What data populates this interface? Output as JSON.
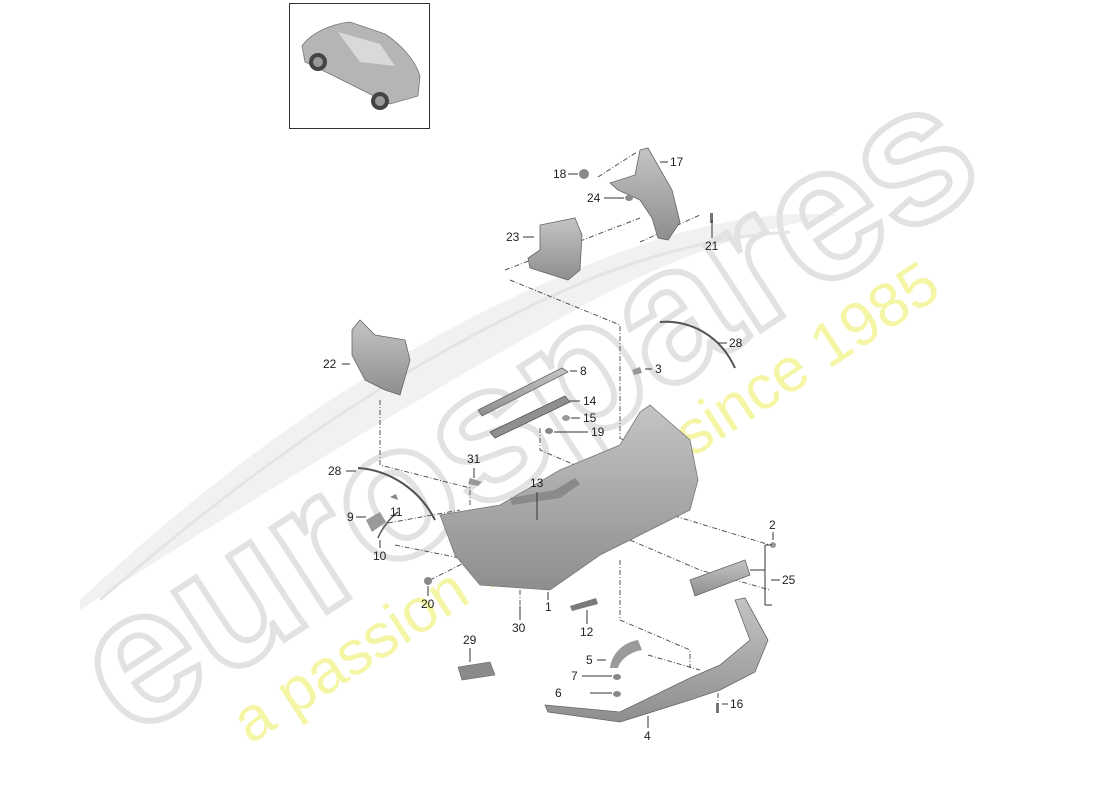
{
  "watermark": {
    "brand": "eurospares",
    "tagline": "a passion for parts since 1985",
    "brand_color": "#e9e9e9",
    "tagline_color": "#f4f49a"
  },
  "thumbnail": {
    "alt": "car overview (rear 3/4 view)"
  },
  "part_color": "#a9a9a9",
  "callouts": [
    {
      "id": "1",
      "label": "1"
    },
    {
      "id": "2",
      "label": "2"
    },
    {
      "id": "3",
      "label": "3"
    },
    {
      "id": "4",
      "label": "4"
    },
    {
      "id": "5",
      "label": "5"
    },
    {
      "id": "6",
      "label": "6"
    },
    {
      "id": "7",
      "label": "7"
    },
    {
      "id": "8",
      "label": "8"
    },
    {
      "id": "9",
      "label": "9"
    },
    {
      "id": "10",
      "label": "10"
    },
    {
      "id": "11",
      "label": "11"
    },
    {
      "id": "12",
      "label": "12"
    },
    {
      "id": "13",
      "label": "13"
    },
    {
      "id": "14",
      "label": "14"
    },
    {
      "id": "15",
      "label": "15"
    },
    {
      "id": "16",
      "label": "16"
    },
    {
      "id": "17",
      "label": "17"
    },
    {
      "id": "18",
      "label": "18"
    },
    {
      "id": "19",
      "label": "19"
    },
    {
      "id": "20",
      "label": "20"
    },
    {
      "id": "21",
      "label": "21"
    },
    {
      "id": "22",
      "label": "22"
    },
    {
      "id": "23",
      "label": "23"
    },
    {
      "id": "24",
      "label": "24"
    },
    {
      "id": "25",
      "label": "25"
    },
    {
      "id": "28a",
      "label": "28"
    },
    {
      "id": "28b",
      "label": "28"
    },
    {
      "id": "29",
      "label": "29"
    },
    {
      "id": "30",
      "label": "30"
    },
    {
      "id": "31",
      "label": "31"
    }
  ]
}
